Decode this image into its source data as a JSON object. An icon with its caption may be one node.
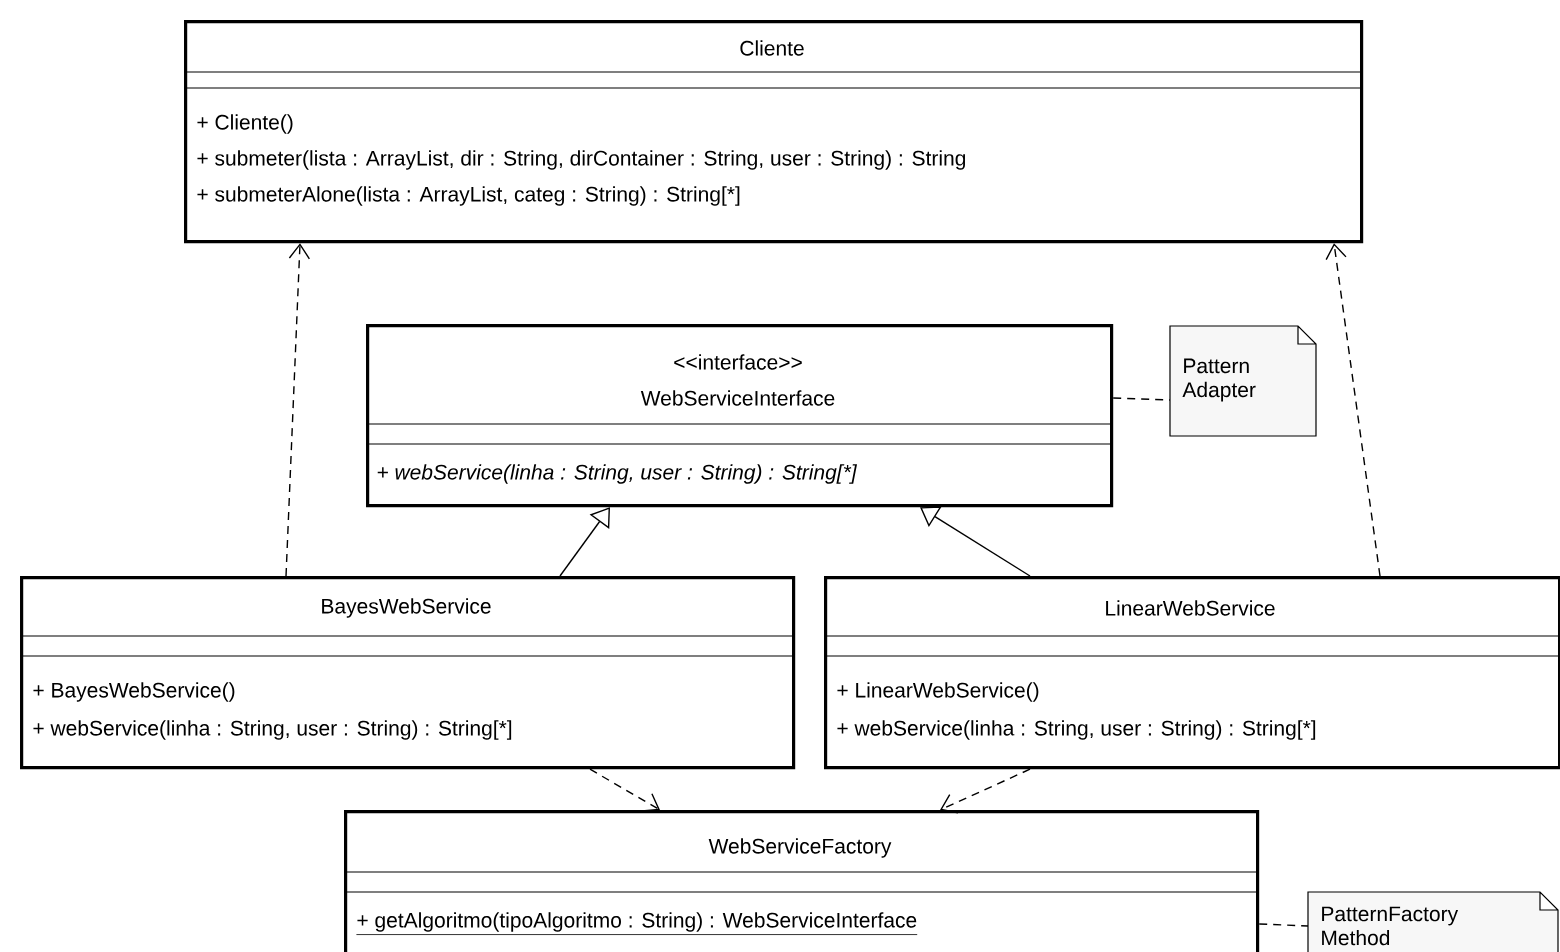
{
  "diagram": {
    "nodes": [
      {
        "text": [
          "Cliente",
          "+ Cliente()",
          "+ submeter(lista : ArrayList, dir : String, dirContainer : String, user : String) : String",
          "+ submeterAlone(lista : ArrayList, categ : String) : String[*]"
        ]
      },
      {
        "text": [
          "<<interface>>",
          "WebServiceInterface",
          "+ webService(linha : String, user : String) : String[*]"
        ]
      },
      {
        "text": [
          "Pattern Adapter"
        ]
      },
      {
        "text": [
          "BayesWebService",
          "+ BayesWebService()",
          "+ webService(linha : String, user : String) : String[*]"
        ]
      },
      {
        "text": [
          "LinearWebService",
          "+ LinearWebService()",
          "+ webService(linha : String, user : String) : String[*]"
        ]
      },
      {
        "text": [
          "WebServiceFactory",
          "+ getAlgoritmo(tipoAlgoritmo : String) : WebServiceInterface"
        ]
      },
      {
        "text": [
          "PatternFactory Method"
        ]
      }
    ],
    "edges": [
      {
        "from": 3,
        "to": 0,
        "arrow": "to",
        "style": "dashed"
      },
      {
        "from": 4,
        "to": 0,
        "arrow": "to",
        "style": "dashed"
      },
      {
        "from": 3,
        "to": 1,
        "arrow": "to"
      },
      {
        "from": 4,
        "to": 1,
        "arrow": "to"
      },
      {
        "from": 1,
        "to": 2,
        "arrow": "none",
        "style": "dashed"
      },
      {
        "from": 3,
        "to": 5,
        "arrow": "to",
        "style": "dashed"
      },
      {
        "from": 4,
        "to": 5,
        "arrow": "to",
        "style": "dashed"
      },
      {
        "from": 5,
        "to": 6,
        "arrow": "none",
        "style": "dashed"
      }
    ]
  }
}
